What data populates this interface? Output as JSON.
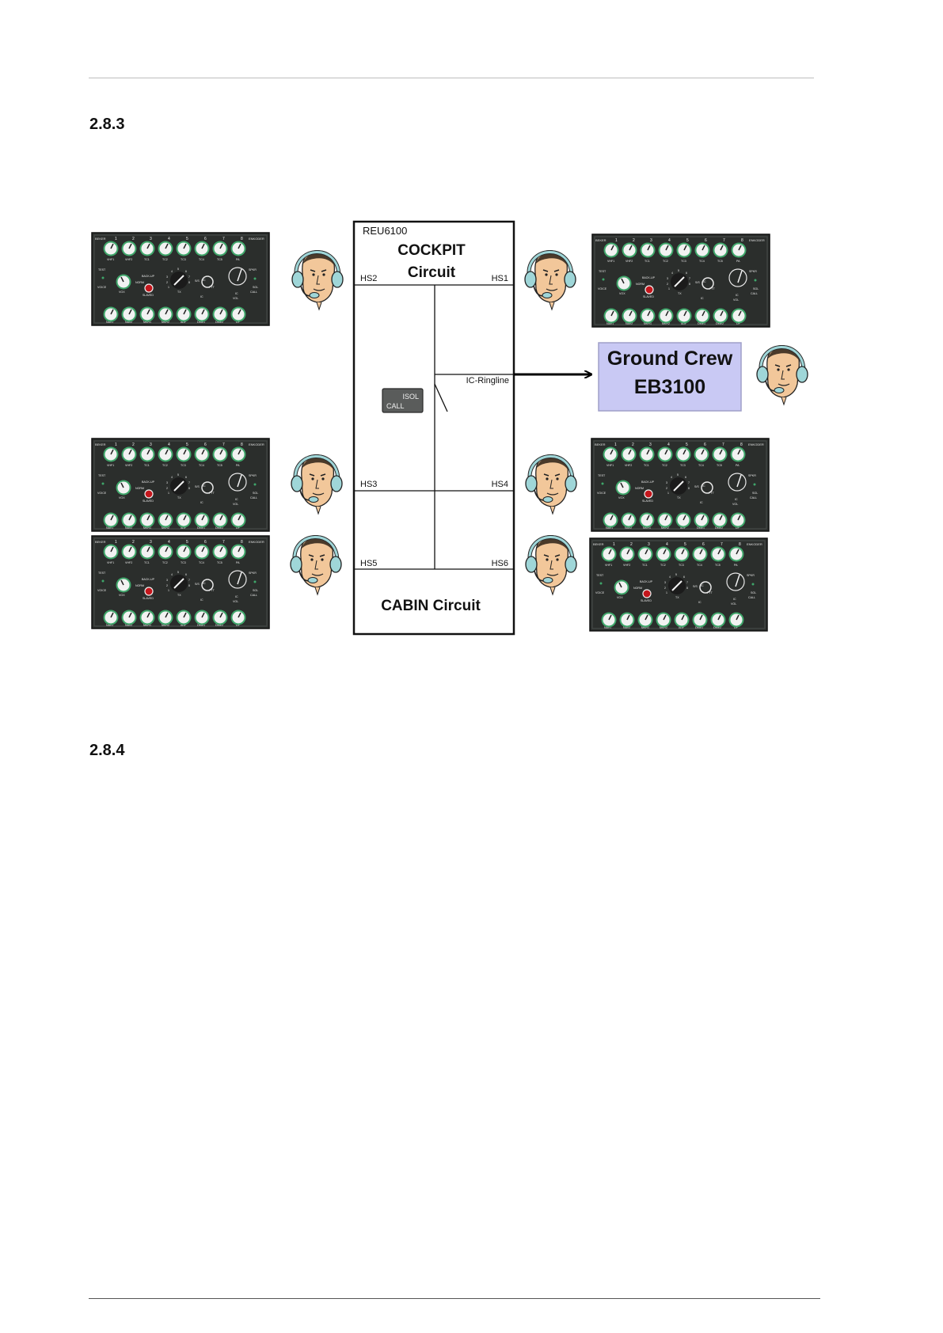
{
  "headings": {
    "section_1": "2.8.3",
    "section_2": "2.8.4"
  },
  "diagram": {
    "reu_label": "REU6100",
    "cockpit_line1": "COCKPIT",
    "cockpit_line2": "Circuit",
    "cabin_label": "CABIN Circuit",
    "ringline_label": "IC-Ringline",
    "isol_label": "ISOL",
    "call_label": "CALL",
    "hs1": "HS1",
    "hs2": "HS2",
    "hs3": "HS3",
    "hs4": "HS4",
    "hs5": "HS5",
    "hs6": "HS6",
    "ground_crew_line1": "Ground Crew",
    "ground_crew_line2": "EB3100"
  },
  "colors": {
    "panel_bg": "#2b2e2c",
    "knob_ring": "#3fa66a",
    "ground_box": "#c9c9f4",
    "headset": "#9fd6d8",
    "face": "#f2c79a"
  },
  "icons": [
    "audio-control-panel",
    "operator-headset-icon",
    "arrow-right-icon"
  ]
}
